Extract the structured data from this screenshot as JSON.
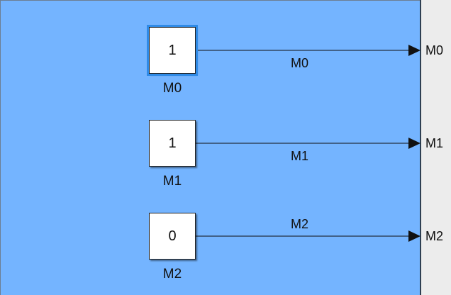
{
  "blocks": [
    {
      "value": "1",
      "name": "M0",
      "signal": "M0",
      "port": "M0",
      "selected": true
    },
    {
      "value": "1",
      "name": "M1",
      "signal": "M1",
      "port": "M1",
      "selected": false
    },
    {
      "value": "0",
      "name": "M2",
      "signal": "M2",
      "port": "M2",
      "selected": false
    }
  ],
  "colors": {
    "canvas_background": "#74b4ff",
    "selection_outline": "#2f8ae6",
    "panel_background": "#ececec"
  }
}
